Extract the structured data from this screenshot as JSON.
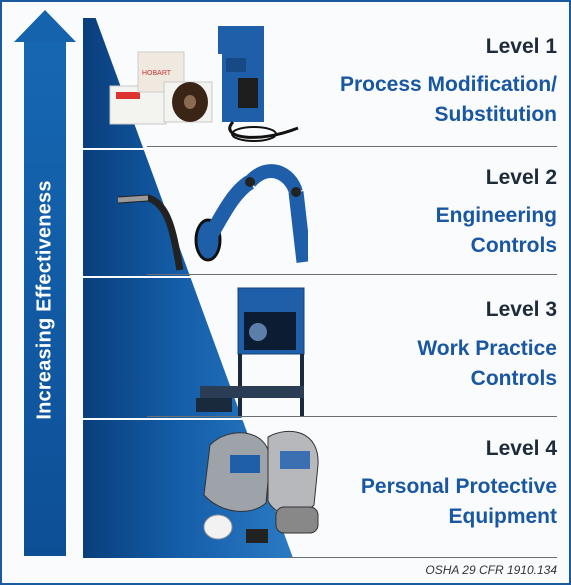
{
  "arrow": {
    "label": "Increasing Effectiveness"
  },
  "levels": [
    {
      "number": "Level 1",
      "name_line1": "Process Modification/",
      "name_line2": "Substitution",
      "icon": "welding-machine-icon"
    },
    {
      "number": "Level 2",
      "name_line1": "Engineering",
      "name_line2": "Controls",
      "icon": "fume-extraction-arm-icon"
    },
    {
      "number": "Level 3",
      "name_line1": "Work Practice",
      "name_line2": "Controls",
      "icon": "welding-screen-cart-icon"
    },
    {
      "number": "Level 4",
      "name_line1": "Personal Protective",
      "name_line2": "Equipment",
      "icon": "welding-helmet-respirator-icon"
    }
  ],
  "citation": "OSHA 29 CFR 1910.134",
  "colors": {
    "blue": "#1957a3",
    "arrow": "#1663ad",
    "text_dark": "#1e2b3b"
  }
}
